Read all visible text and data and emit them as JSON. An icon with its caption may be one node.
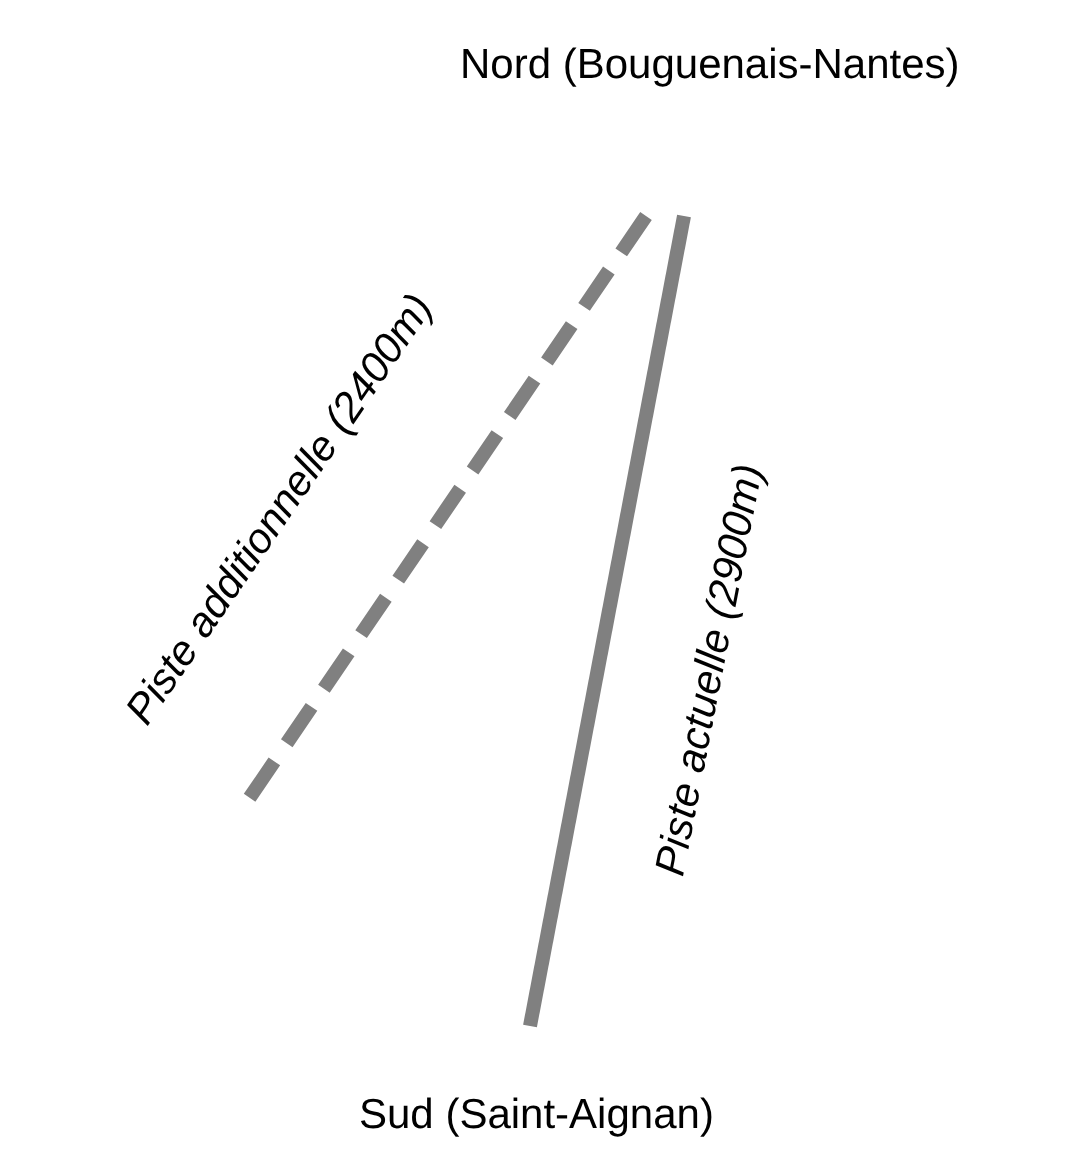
{
  "diagram": {
    "labels": [
      "Nord (Bouguenais-Nantes)",
      "Piste additionnelle (2400m)",
      "Piste actuelle (2900m)",
      "Sud (Saint-Aignan)"
    ]
  }
}
